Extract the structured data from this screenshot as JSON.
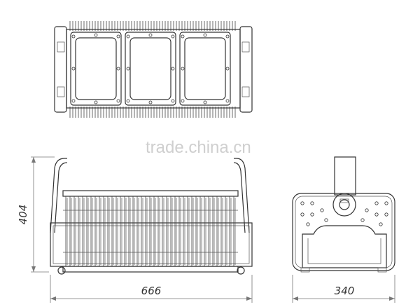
{
  "dimensions": {
    "height": "404",
    "width": "666",
    "depth": "340"
  },
  "watermark": "trade.china.cn",
  "modules": 3,
  "colors": {
    "line": "#333333",
    "watermark": "#cfcfcf",
    "background": "#ffffff"
  }
}
